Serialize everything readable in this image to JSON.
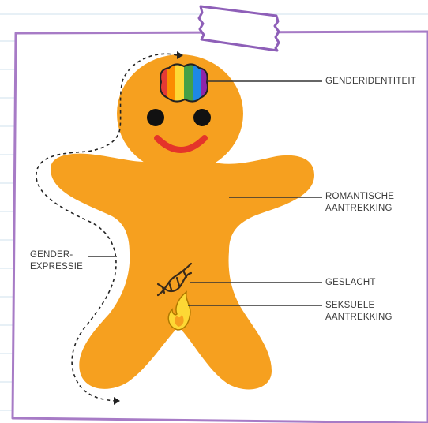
{
  "labels": {
    "gender_identity": "GENDERIDENTITEIT",
    "romantic_attraction_line1": "ROMANTISCHE",
    "romantic_attraction_line2": "AANTREKKING",
    "gender_expression_line1": "GENDER-",
    "gender_expression_line2": "EXPRESSIE",
    "sex": "GESLACHT",
    "sexual_attraction_line1": "SEKSUELE",
    "sexual_attraction_line2": "AANTREKKING"
  },
  "icons": [
    "rainbow-brain-icon",
    "dna-icon",
    "flame-icon",
    "tape-icon"
  ],
  "colors": {
    "body": "#f6a01f",
    "frame": "#a77bc6",
    "notebook_lines": "#cfe0ec",
    "smile": "#e4342a",
    "eyes": "#111111",
    "rainbow": [
      "#e53935",
      "#fb8c00",
      "#fdd835",
      "#43a047",
      "#1e88e5",
      "#8e24aa"
    ]
  }
}
